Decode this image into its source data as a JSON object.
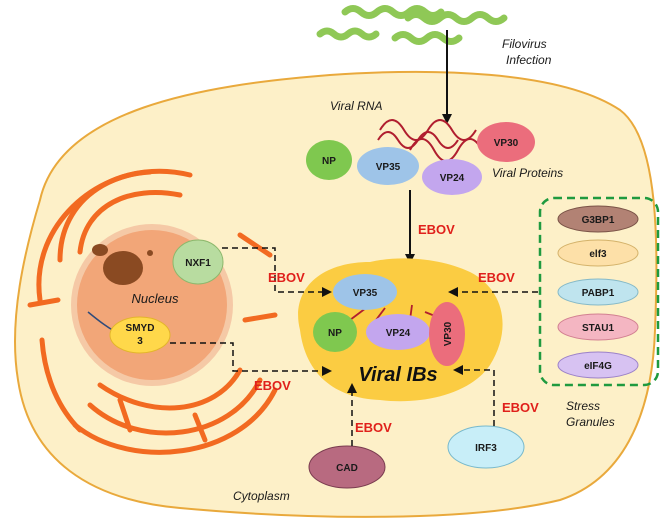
{
  "labels": {
    "filovirus_line1": "Filovirus",
    "filovirus_line2": "Infection",
    "viral_rna": "Viral RNA",
    "viral_proteins": "Viral Proteins",
    "nucleus": "Nucleus",
    "cytoplasm": "Cytoplasm",
    "viral_ibs": "Viral IBs",
    "stress_line1": "Stress",
    "stress_line2": "Granules",
    "ebov": "EBOV"
  },
  "viral_proteins": {
    "np": "NP",
    "vp35": "VP35",
    "vp24": "VP24",
    "vp30": "VP30"
  },
  "host_factors": {
    "nxf1": "NXF1",
    "smyd3_line1": "SMYD",
    "smyd3_line2": "3",
    "cad": "CAD",
    "irf3": "IRF3"
  },
  "stress_granule_proteins": [
    "G3BP1",
    "elf3",
    "PABP1",
    "STAU1",
    "eIF4G"
  ],
  "colors": {
    "cell_fill": "#fdf0c8",
    "cell_stroke": "#e9a93c",
    "nucleus_fill": "#f2a678",
    "er": "#f26a21",
    "ib_fill": "#fbcc42",
    "virus": "#8fc856",
    "rna": "#b01e2f",
    "ebov_text": "#e0201b",
    "np": "#7fc84f",
    "vp35": "#9ec4e8",
    "vp24": "#c3a6ee",
    "vp30": "#eb6d7c",
    "stress_border": "#1f9a3f"
  }
}
